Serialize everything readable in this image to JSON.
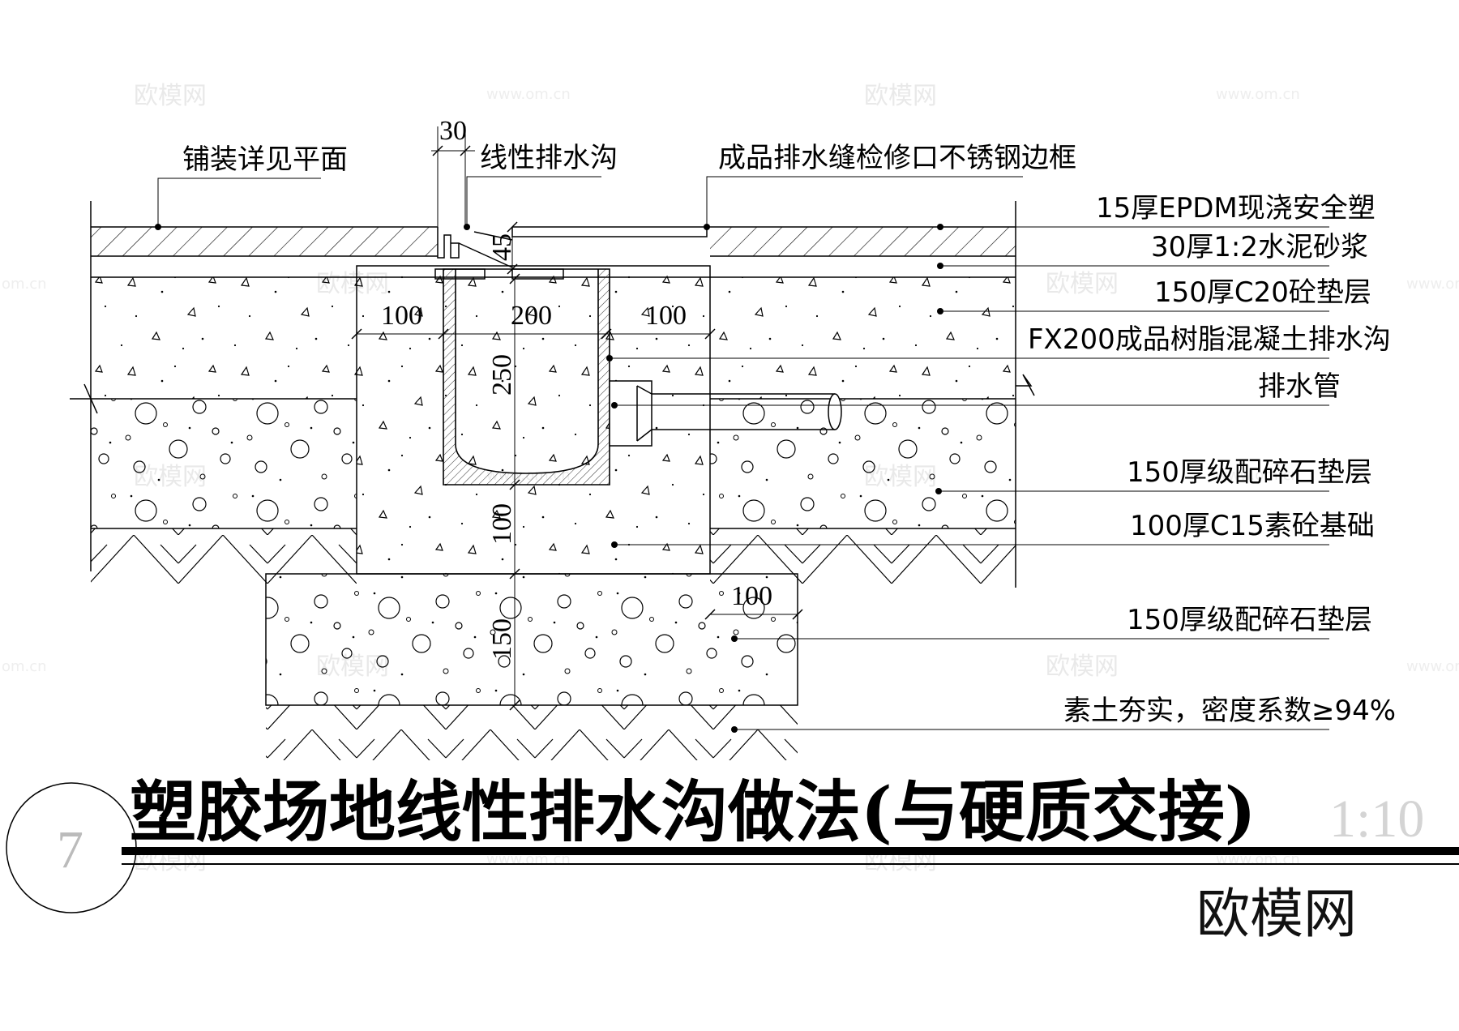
{
  "labels": {
    "paving_note": "铺装详见平面",
    "linear_drain": "线性排水沟",
    "stainless_frame": "成品排水缝检修口不锈钢边框",
    "layer_epdm": "15厚EPDM现浇安全塑",
    "layer_mortar": "30厚1:2水泥砂浆",
    "layer_c20": "150厚C20砼垫层",
    "channel_product": "FX200成品树脂混凝土排水沟",
    "drain_pipe": "排水管",
    "layer_gravel_1": "150厚级配碎石垫层",
    "layer_c15": "100厚C15素砼基础",
    "layer_gravel_2": "150厚级配碎石垫层",
    "compacted_soil": "素土夯实，密度系数≥94%"
  },
  "dimensions": {
    "slot_width": "30",
    "frame_height": "45",
    "left_wall": "100",
    "channel_width": "200",
    "right_wall": "100",
    "channel_depth": "250",
    "base_thickness": "100",
    "gravel_thickness": "150",
    "gravel_offset": "100"
  },
  "title": {
    "text": "塑胶场地线性排水沟做法(与硬质交接)",
    "scale": "1:10",
    "detail_number": "7"
  },
  "watermark": {
    "brand": "欧模网",
    "url": "www.om.cn",
    "url_short": "om.cn"
  }
}
